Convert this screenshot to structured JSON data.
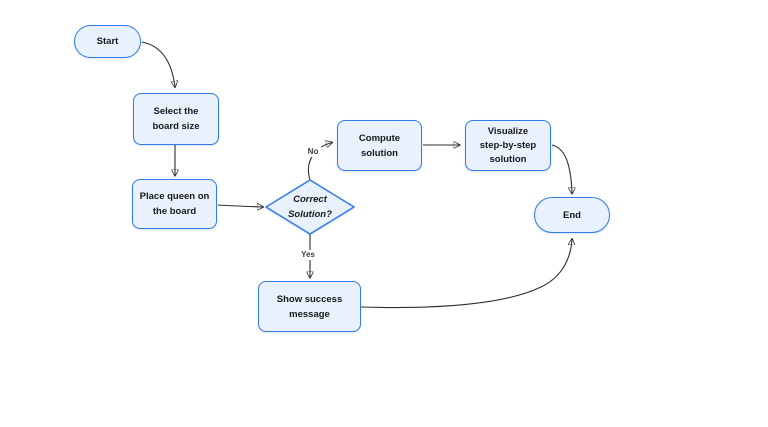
{
  "canvas": {
    "background": "#ffffff"
  },
  "colors": {
    "node_fill": "#e8f1fc",
    "node_border": "#2f7ceb",
    "node_text": "#17191c",
    "connector": "#2f2f2f",
    "edge_label_text": "#404040"
  },
  "nodes": {
    "start": {
      "type": "terminator",
      "label": "Start",
      "lines": [
        "Start"
      ]
    },
    "select_board_size": {
      "type": "process",
      "label": "Select the board size",
      "lines": [
        "Select the",
        "board size"
      ]
    },
    "place_queen": {
      "type": "process",
      "label": "Place queen on the board",
      "lines": [
        "Place queen on",
        "the board"
      ]
    },
    "correct_solution": {
      "type": "decision",
      "label": "Correct Solution?",
      "lines": [
        "Correct",
        "Solution?"
      ]
    },
    "compute_solution": {
      "type": "process",
      "label": "Compute solution",
      "lines": [
        "Compute",
        "solution"
      ]
    },
    "visualize_solution": {
      "type": "process",
      "label": "Visualize step-by-step solution",
      "lines": [
        "Visualize",
        "step-by-step",
        "solution"
      ]
    },
    "end": {
      "type": "terminator",
      "label": "End",
      "lines": [
        "End"
      ]
    },
    "show_success": {
      "type": "process",
      "label": "Show success message",
      "lines": [
        "Show success",
        "message"
      ]
    }
  },
  "edges": [
    {
      "from": "start",
      "to": "select_board_size",
      "label": ""
    },
    {
      "from": "select_board_size",
      "to": "place_queen",
      "label": ""
    },
    {
      "from": "place_queen",
      "to": "correct_solution",
      "label": ""
    },
    {
      "from": "correct_solution",
      "to": "compute_solution",
      "label": "No"
    },
    {
      "from": "compute_solution",
      "to": "visualize_solution",
      "label": ""
    },
    {
      "from": "visualize_solution",
      "to": "end",
      "label": ""
    },
    {
      "from": "correct_solution",
      "to": "show_success",
      "label": "Yes"
    },
    {
      "from": "show_success",
      "to": "end",
      "label": ""
    }
  ]
}
